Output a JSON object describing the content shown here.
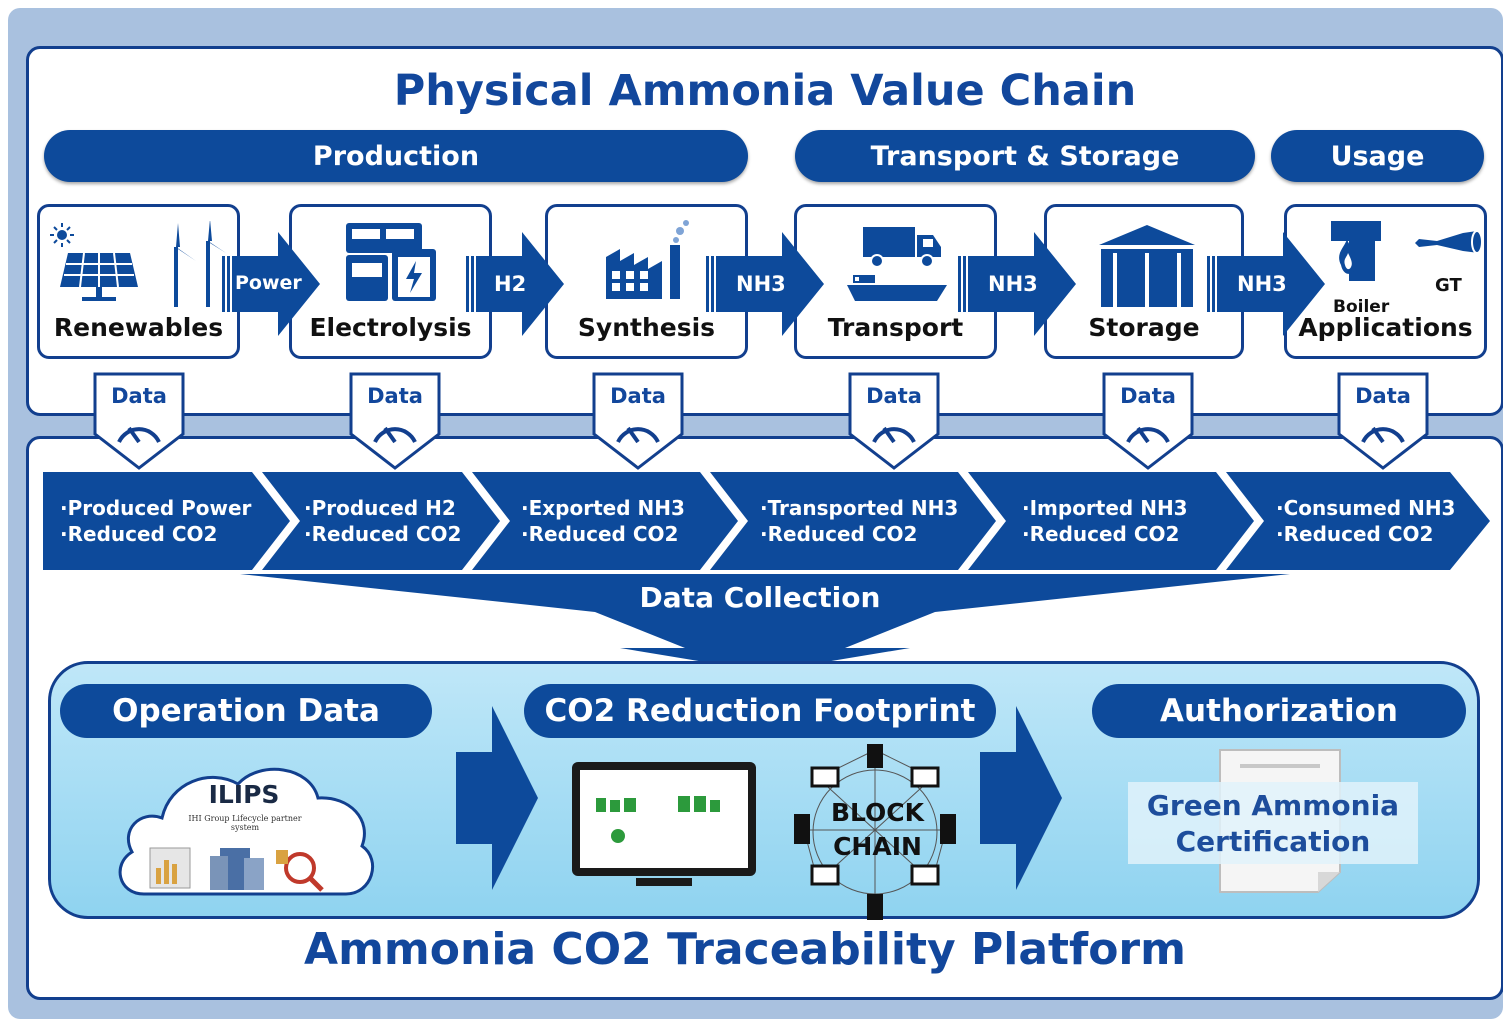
{
  "title": "Physical Ammonia Value Chain",
  "platform_title": "Ammonia CO2 Traceability Platform",
  "phases": [
    "Production",
    "Transport & Storage",
    "Usage"
  ],
  "stages": [
    {
      "label": "Renewables"
    },
    {
      "label": "Electrolysis"
    },
    {
      "label": "Synthesis"
    },
    {
      "label": "Transport"
    },
    {
      "label": "Storage"
    },
    {
      "label": "Applications"
    }
  ],
  "application_labels": {
    "boiler": "Boiler",
    "gt": "GT"
  },
  "flows": [
    "Power",
    "H2",
    "NH3",
    "NH3",
    "NH3"
  ],
  "data_tag_label": "Data",
  "data_items": [
    [
      "·Produced Power",
      "·Reduced CO2"
    ],
    [
      "·Produced H2",
      "·Reduced CO2"
    ],
    [
      "·Exported NH3",
      "·Reduced CO2"
    ],
    [
      "·Transported NH3",
      "·Reduced CO2"
    ],
    [
      "·Imported NH3",
      "·Reduced CO2"
    ],
    [
      "·Consumed NH3",
      "·Reduced CO2"
    ]
  ],
  "data_collection": "Data Collection",
  "platform_sections": [
    "Operation Data",
    "CO2 Reduction Footprint",
    "Authorization"
  ],
  "ilips": {
    "title": "ILIPS",
    "subtitle": "IHI Group Lifecycle partner system"
  },
  "blockchain": [
    "BLOCK",
    "CHAIN"
  ],
  "certification": [
    "Green Ammonia",
    "Certification"
  ],
  "colors": {
    "navy": "#0d4a9b",
    "dark_navy": "#123f8e",
    "title_blue": "#12479c",
    "outer_bg": "#a9c1df",
    "platform_light": "#bfe7f8"
  }
}
